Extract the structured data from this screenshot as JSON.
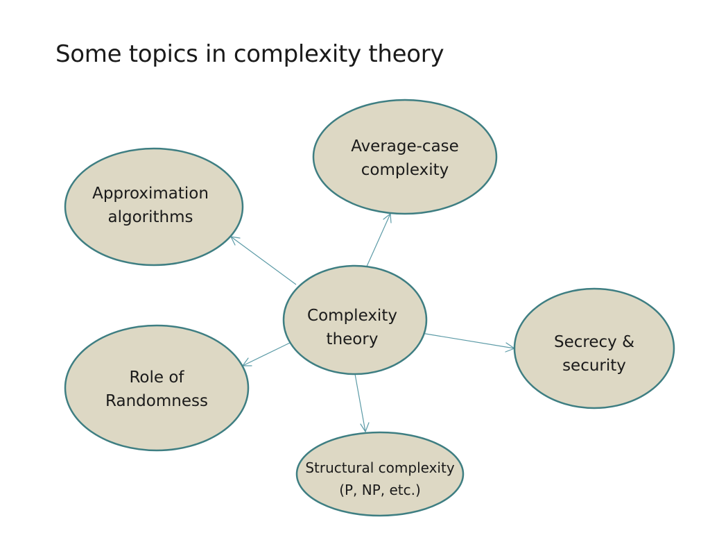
{
  "title": "Some topics in complexity theory",
  "nodes": {
    "center": {
      "line1": "Complexity",
      "line2": "theory"
    },
    "average_case": {
      "line1": "Average-case",
      "line2": "complexity"
    },
    "approximation": {
      "line1": "Approximation",
      "line2": "algorithms"
    },
    "secrecy": {
      "line1": "Secrecy &",
      "line2": "security"
    },
    "randomness": {
      "line1": "Role of",
      "line2": "Randomness"
    },
    "structural": {
      "line1": "Structural complexity",
      "line2": "(P, NP, etc.)"
    }
  },
  "colors": {
    "node_fill": "#ddd8c4",
    "node_stroke": "#3e7e82",
    "edge": "#5b9aa6"
  }
}
